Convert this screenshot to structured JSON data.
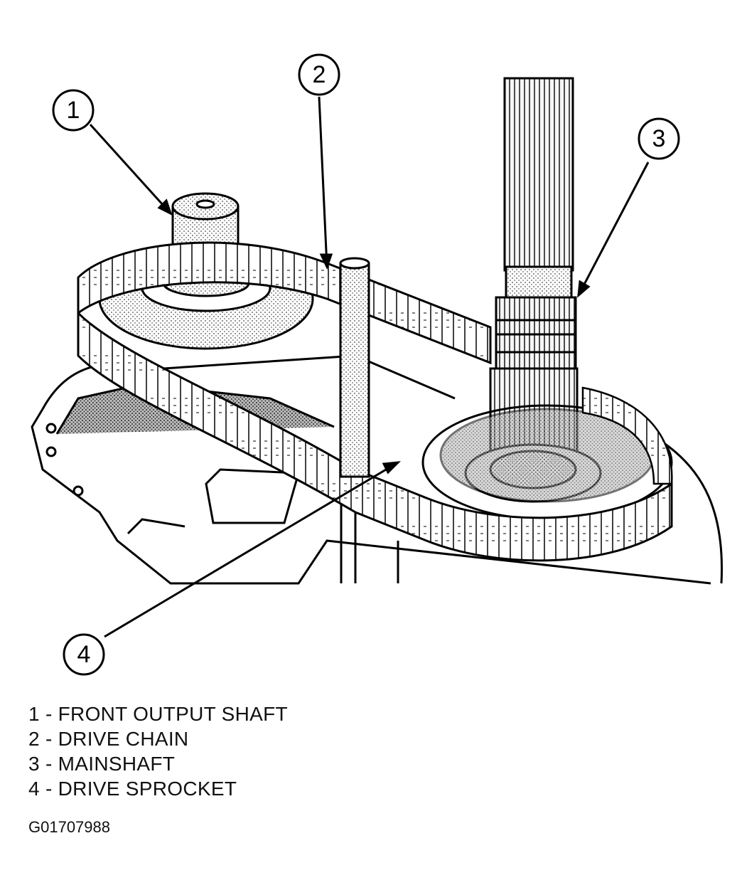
{
  "callouts": [
    {
      "number": "1"
    },
    {
      "number": "2"
    },
    {
      "number": "3"
    },
    {
      "number": "4"
    }
  ],
  "legend": [
    "1 - FRONT OUTPUT SHAFT",
    "2 - DRIVE CHAIN",
    "3 - MAINSHAFT",
    "4 - DRIVE SPROCKET"
  ],
  "figure_id": "G01707988"
}
